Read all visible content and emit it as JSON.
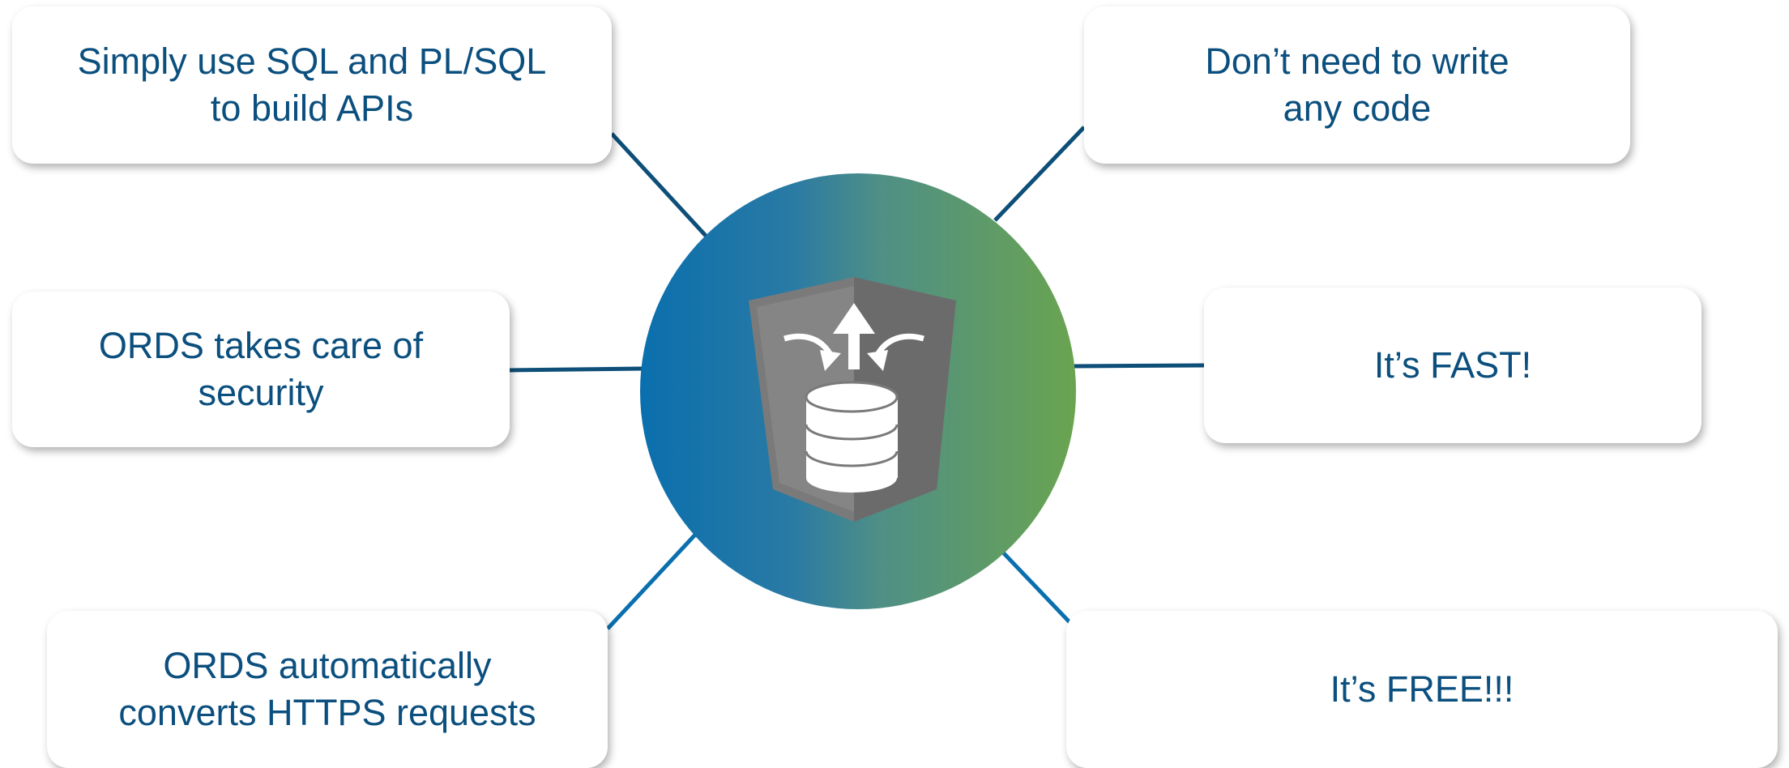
{
  "diagram": {
    "center": {
      "icon": "database-shield-icon"
    },
    "boxes": {
      "top_left": {
        "line1": "Simply use SQL and PL/SQL",
        "line2": "to build APIs"
      },
      "mid_left": {
        "line1": "ORDS takes care of",
        "line2": "security"
      },
      "bottom_left": {
        "line1": "ORDS automatically",
        "line2": "converts HTTPS requests"
      },
      "top_right": {
        "line1": "Don’t need to write",
        "line2": "any code"
      },
      "mid_right": {
        "line1": "It’s FAST!"
      },
      "bottom_right": {
        "line1": "It’s FREE!!!"
      }
    },
    "colors": {
      "text": "#0b4f7e",
      "connector": "#0d4f78",
      "gradient_start": "#0a6fae",
      "gradient_end": "#6aa450",
      "shield": "#7a7a7a"
    }
  }
}
